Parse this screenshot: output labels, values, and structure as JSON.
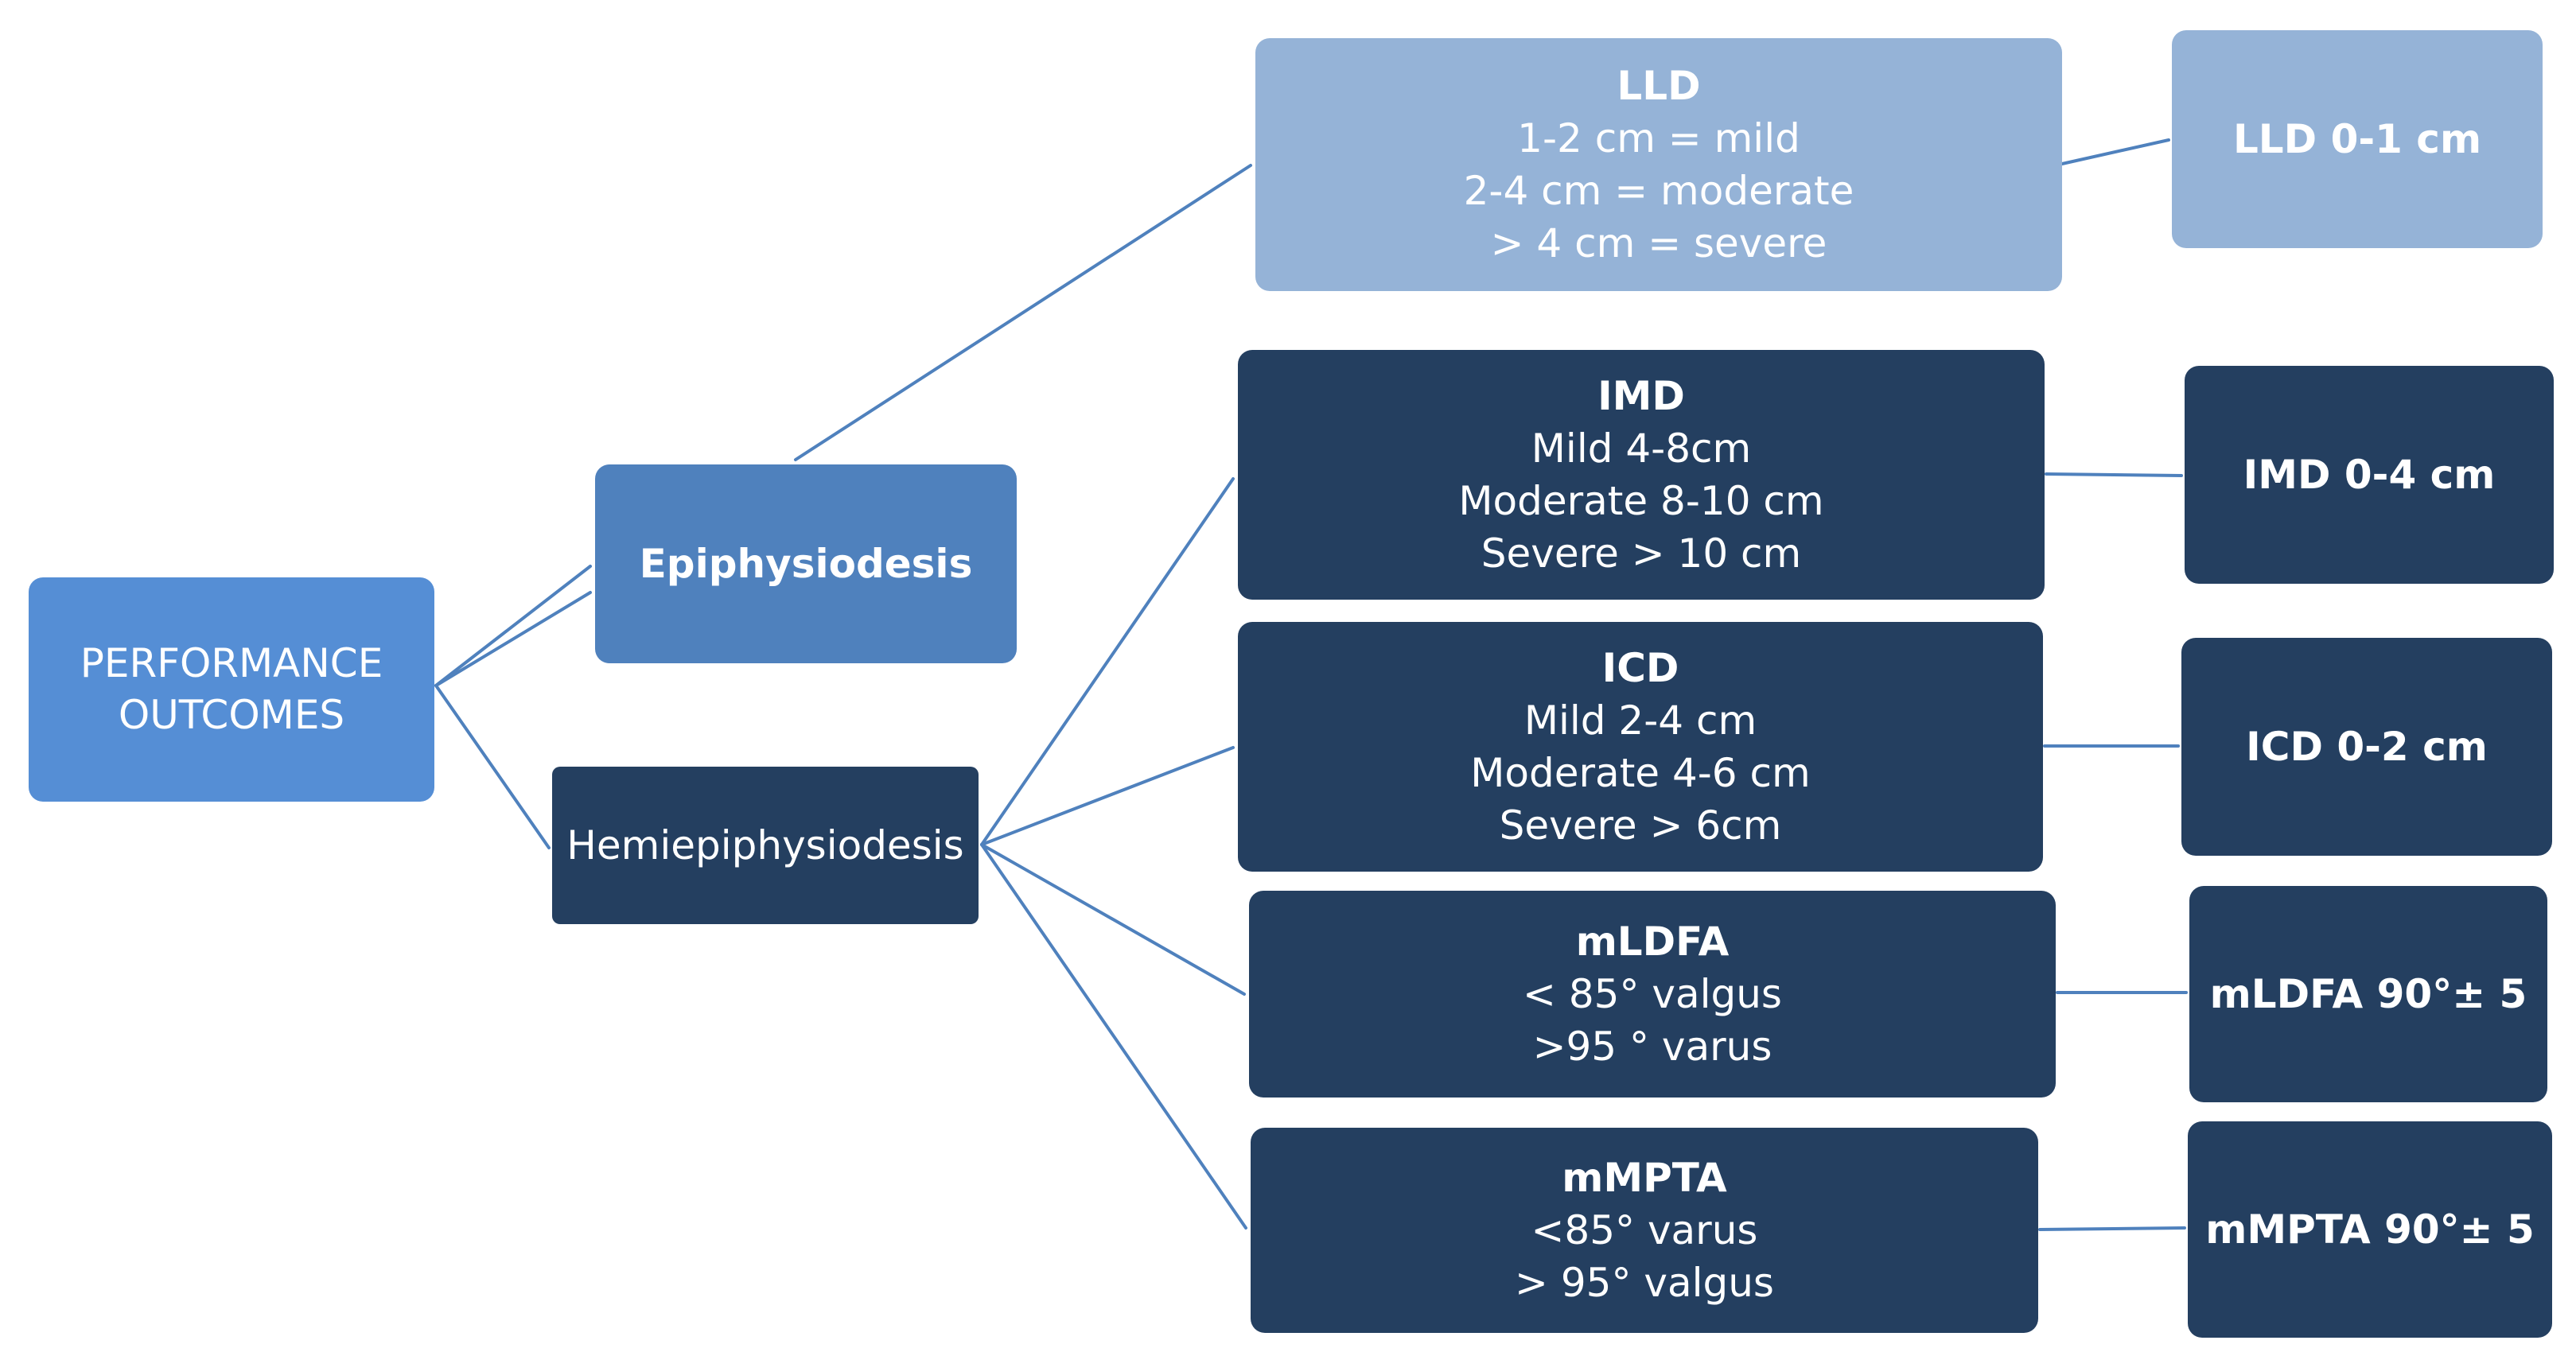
{
  "root": {
    "lines": [
      "PERFORMANCE",
      "OUTCOMES"
    ]
  },
  "procedures": {
    "epiphysiodesis": {
      "label": "Epiphysiodesis"
    },
    "hemiepiphysiodesis": {
      "label": "Hemiepiphysiodesis"
    }
  },
  "measures": [
    {
      "title": "LLD",
      "lines": [
        "1-2 cm = mild",
        "2-4 cm = moderate",
        "> 4 cm = severe"
      ],
      "target": "LLD 0-1 cm"
    },
    {
      "title": "IMD",
      "lines": [
        "Mild 4-8cm",
        "Moderate 8-10 cm",
        "Severe > 10 cm"
      ],
      "target": "IMD 0-4 cm"
    },
    {
      "title": "ICD",
      "lines": [
        "Mild 2-4 cm",
        "Moderate 4-6 cm",
        "Severe > 6cm"
      ],
      "target": "ICD 0-2 cm"
    },
    {
      "title": "mLDFA",
      "lines": [
        "< 85° valgus",
        ">95 ° varus"
      ],
      "target": "mLDFA 90°± 5"
    },
    {
      "title": "mMPTA",
      "lines": [
        "<85° varus",
        "> 95° valgus"
      ],
      "target": "mMPTA 90°± 5"
    }
  ],
  "colors": {
    "root": "#558ed5",
    "epiphysiodesis": "#4f81bd",
    "light_node": "#95b3d7",
    "dark_node": "#243f60",
    "connector": "#4f81bd"
  }
}
